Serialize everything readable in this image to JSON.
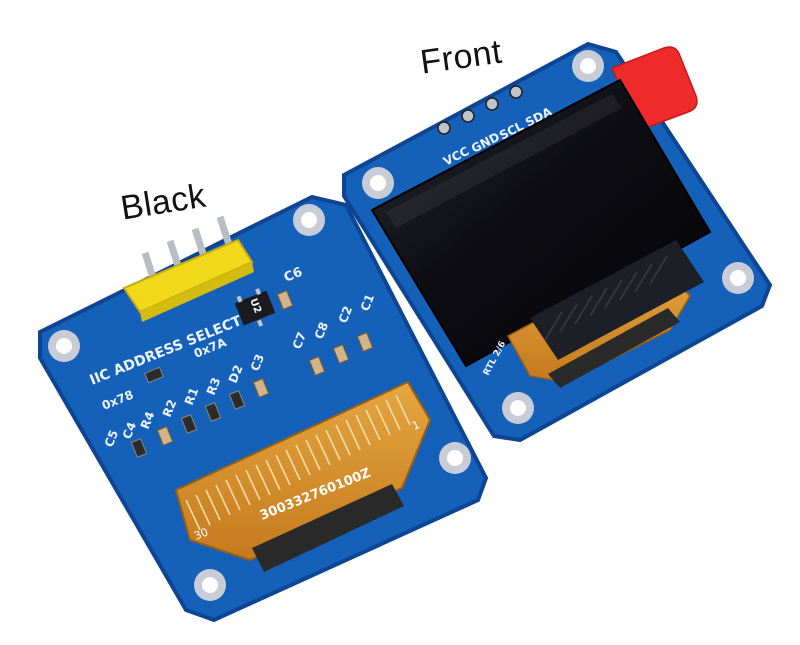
{
  "captions": {
    "front": "Front",
    "back": "Black"
  },
  "back_board": {
    "silkscreen": {
      "address_title": "IIC ADDRESS SELECT",
      "addr_78": "0x78",
      "addr_7a": "0x7A",
      "part_number": "300332760100Z",
      "pin_one": "1",
      "pin_thirty": "30",
      "components": {
        "c1": "C1",
        "c2": "C2",
        "c3": "C3",
        "c4": "C4",
        "c5": "C5",
        "c6": "C6",
        "c7": "C7",
        "c8": "C8",
        "r1": "R1",
        "r2": "R2",
        "r3": "R3",
        "r4": "R4",
        "d2": "D2",
        "u2": "U2"
      }
    }
  },
  "front_board": {
    "pins": {
      "vcc": "VCC",
      "gnd": "GND",
      "scl": "SCL",
      "sda": "SDA"
    },
    "tail_marking": "RTL 2/6"
  },
  "colors": {
    "pcb_blue": "#1560b8",
    "pcb_edge": "#0d4592",
    "header_yellow": "#f2d81b",
    "screen_black": "#0c0c12",
    "flex_orange": "#d9942c",
    "protective_tab": "#ee2a2a"
  }
}
